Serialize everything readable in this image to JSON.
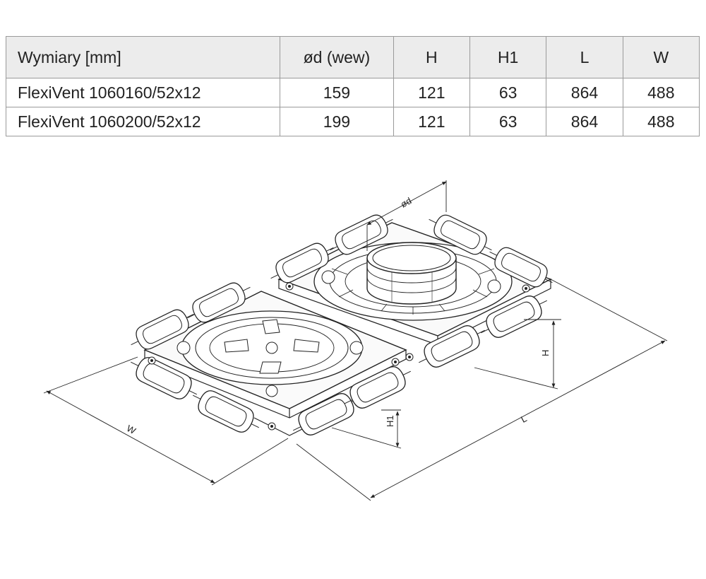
{
  "table": {
    "headers": [
      "Wymiary [mm]",
      "ød (wew)",
      "H",
      "H1",
      "L",
      "W"
    ],
    "rows": [
      [
        "FlexiVent 1060160/52x12",
        "159",
        "121",
        "63",
        "864",
        "488"
      ],
      [
        "FlexiVent 1060200/52x12",
        "199",
        "121",
        "63",
        "864",
        "488"
      ]
    ]
  },
  "drawing": {
    "labels": {
      "od": "ød",
      "h": "H",
      "h1": "H1",
      "l": "L",
      "w": "W"
    }
  }
}
